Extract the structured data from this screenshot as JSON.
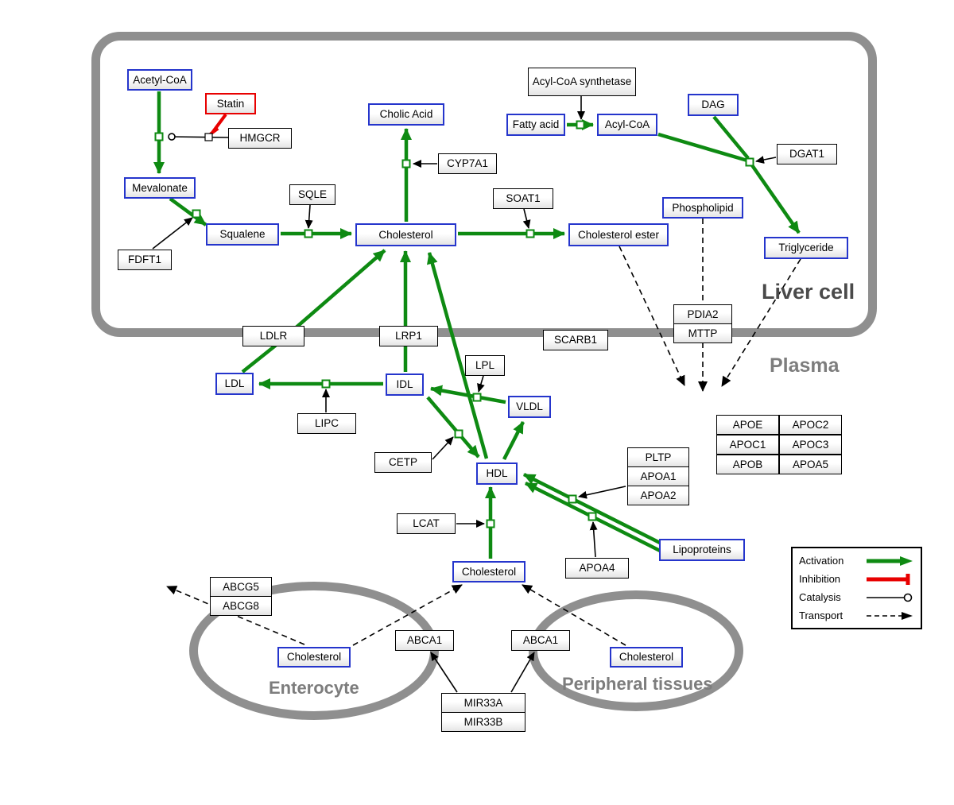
{
  "colors": {
    "activation_green": "#0e8a12",
    "inhibition_red": "#e80000",
    "node_border_blue": "#2535cc",
    "membrane_gray": "#8f8f8f"
  },
  "regions": {
    "liver": "Liver cell",
    "plasma": "Plasma",
    "enterocyte": "Enterocyte",
    "peripheral": "Peripheral tissues"
  },
  "nodes": {
    "acetyl_coa": "Acetyl-CoA",
    "statin": "Statin",
    "hmgcr": "HMGCR",
    "mevalonate": "Mevalonate",
    "fdft1": "FDFT1",
    "squalene": "Squalene",
    "sqle": "SQLE",
    "cholesterol_liver": "Cholesterol",
    "cholic_acid": "Cholic Acid",
    "cyp7a1": "CYP7A1",
    "soat1": "SOAT1",
    "cholesterol_ester": "Cholesterol ester",
    "fatty_acid": "Fatty acid",
    "acyl_coa_synthetase": "Acyl-CoA synthetase",
    "acyl_coa": "Acyl-CoA",
    "dag": "DAG",
    "dgat1": "DGAT1",
    "phospholipid": "Phospholipid",
    "triglyceride": "Triglyceride",
    "ldlr": "LDLR",
    "lrp1": "LRP1",
    "scarb1": "SCARB1",
    "pdia2": "PDIA2",
    "mttp": "MTTP",
    "ldl": "LDL",
    "idl": "IDL",
    "lpl": "LPL",
    "vldl": "VLDL",
    "lipc": "LIPC",
    "cetp": "CETP",
    "hdl": "HDL",
    "lcat": "LCAT",
    "pltp": "PLTP",
    "apoa1": "APOA1",
    "apoa2": "APOA2",
    "apoa4": "APOA4",
    "lipoproteins": "Lipoproteins",
    "cholesterol_plasma": "Cholesterol",
    "abcg5": "ABCG5",
    "abcg8": "ABCG8",
    "cholesterol_enterocyte": "Cholesterol",
    "abca1_left": "ABCA1",
    "abca1_right": "ABCA1",
    "cholesterol_peripheral": "Cholesterol",
    "mir33a": "MIR33A",
    "mir33b": "MIR33B"
  },
  "apo_table": [
    [
      "APOE",
      "APOC2"
    ],
    [
      "APOC1",
      "APOC3"
    ],
    [
      "APOB",
      "APOA5"
    ]
  ],
  "legend": {
    "activation": "Activation",
    "inhibition": "Inhibition",
    "catalysis": "Catalysis",
    "transport": "Transport"
  }
}
